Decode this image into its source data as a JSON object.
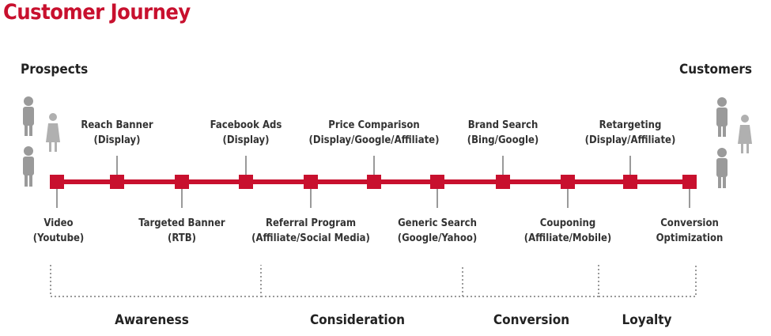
{
  "title": "Customer Journey",
  "start_label": "Prospects",
  "end_label": "Customers",
  "touchpoints_above": [
    {
      "line1": "Reach Banner",
      "line2": "(Display)"
    },
    {
      "line1": "Facebook Ads",
      "line2": "(Display)"
    },
    {
      "line1": "Price Comparison",
      "line2": "(Display/Google/Affiliate)"
    },
    {
      "line1": "Brand Search",
      "line2": "(Bing/Google)"
    },
    {
      "line1": "Retargeting",
      "line2": "(Display/Affiliate)"
    }
  ],
  "touchpoints_below": [
    {
      "line1": "Video",
      "line2": "(Youtube)"
    },
    {
      "line1": "Targeted Banner",
      "line2": "(RTB)"
    },
    {
      "line1": "Referral Program",
      "line2": "(Affiliate/Social Media)"
    },
    {
      "line1": "Generic Search",
      "line2": "(Google/Yahoo)"
    },
    {
      "line1": "Couponing",
      "line2": "(Affiliate/Mobile)"
    },
    {
      "line1": "Conversion",
      "line2": "Optimization"
    }
  ],
  "phases": [
    "Awareness",
    "Consideration",
    "Conversion",
    "Loyalty"
  ],
  "colors": {
    "timeline": "#c8102e",
    "title": "#c8102e",
    "person": "#9a9a9a"
  }
}
